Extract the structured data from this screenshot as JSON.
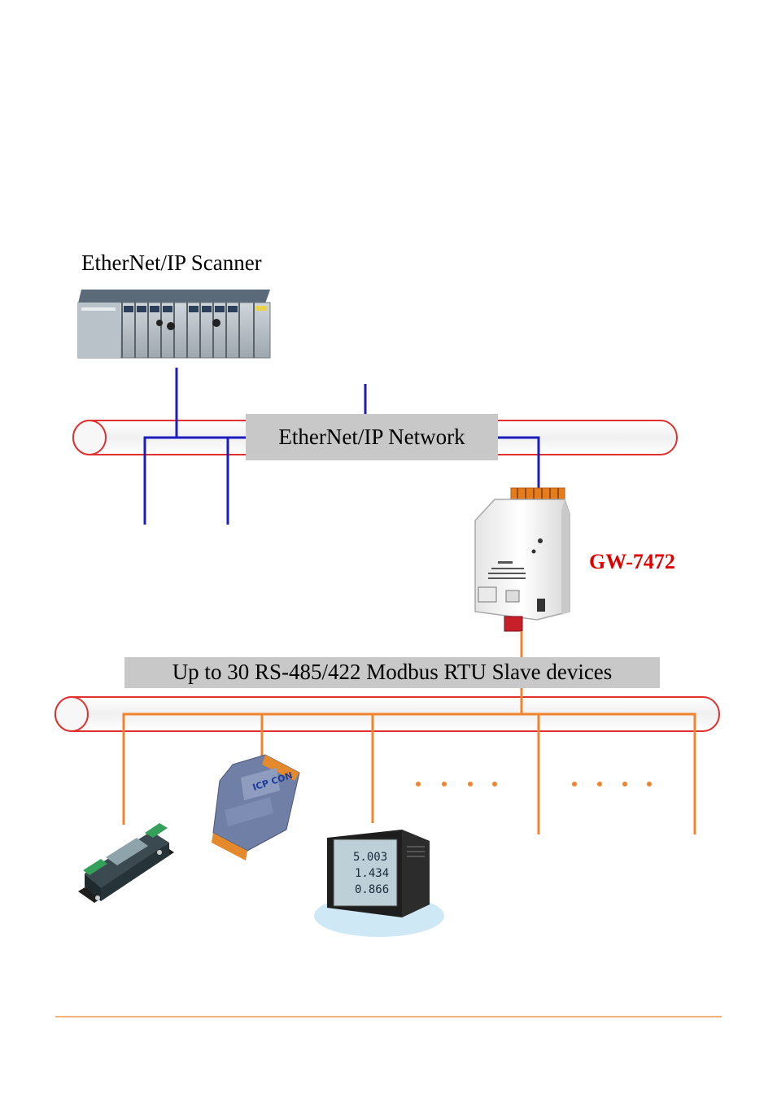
{
  "labels": {
    "scanner": "EtherNet/IP Scanner",
    "network": "EtherNet/IP Network",
    "gateway": "GW-7472",
    "rtu_bus": "Up to 30 RS-485/422 Modbus RTU Slave devices"
  },
  "meter": {
    "reading_1": "5.003",
    "reading_2": "1.434",
    "reading_3": "0.866"
  },
  "colors": {
    "ethernet_line": "#1d1dbd",
    "rs485_line": "#f0842c",
    "pipe_outline": "#e03030",
    "label_box": "#c8c8c8",
    "gateway_label": "#e00000",
    "footer_rule": "#f6b27a"
  },
  "icons": [
    "plc-scanner-icon",
    "gw7472-gateway-icon",
    "io-module-icon",
    "icpcon-module-icon",
    "power-meter-icon"
  ]
}
